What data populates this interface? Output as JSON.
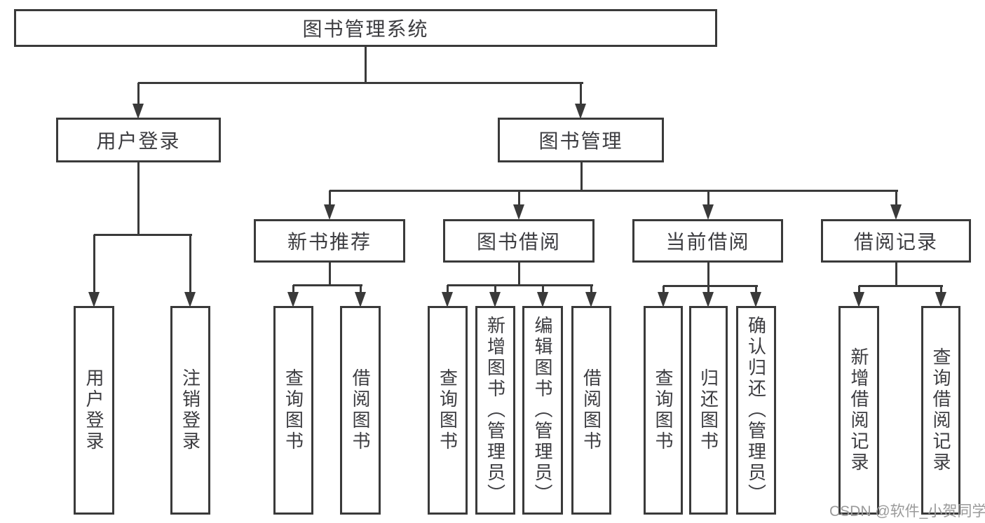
{
  "diagram": {
    "tree": {
      "label": "图书管理系统",
      "children": [
        {
          "label": "用户登录",
          "children": [
            {
              "label": "用户登录"
            },
            {
              "label": "注销登录"
            }
          ]
        },
        {
          "label": "图书管理",
          "children": [
            {
              "label": "新书推荐",
              "children": [
                {
                  "label": "查询图书"
                },
                {
                  "label": "借阅图书"
                }
              ]
            },
            {
              "label": "图书借阅",
              "children": [
                {
                  "label": "查询图书"
                },
                {
                  "label": "新增图书（管理员）"
                },
                {
                  "label": "编辑图书（管理员）"
                },
                {
                  "label": "借阅图书"
                }
              ]
            },
            {
              "label": "当前借阅",
              "children": [
                {
                  "label": "查询图书"
                },
                {
                  "label": "归还图书"
                },
                {
                  "label": "确认归还（管理员）"
                }
              ]
            },
            {
              "label": "借阅记录",
              "children": [
                {
                  "label": "新增借阅记录"
                },
                {
                  "label": "查询借阅记录"
                }
              ]
            }
          ]
        }
      ]
    },
    "watermark": "CSDN @软件_小贺同学",
    "colors": {
      "ink": "#3a3a3a",
      "text": "#3c3c40",
      "watermark": "#9a9a9a"
    }
  }
}
